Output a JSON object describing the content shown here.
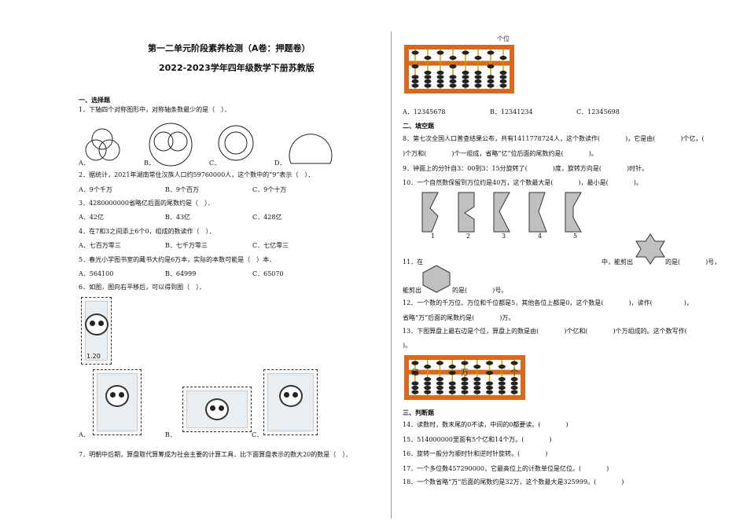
{
  "title": "第一二单元阶段素养检测（A卷：押题卷）",
  "subtitle": "2022-2023学年四年级数学下册苏教版",
  "sections": {
    "s1": "一、选择题",
    "s2": "二、填空题",
    "s3": "三、判断题"
  },
  "q1": {
    "text": "1．下轴四个对称图形中，对称轴条数最少的是（　）．",
    "opts": [
      "A．",
      "B．",
      "C．",
      "D．"
    ]
  },
  "q2": {
    "text": "2．据统计，2021年湖南常住汉族人口约59760000人，这个数中的“9”表示（　）．",
    "opts": [
      "A．9个千万",
      "B．9个百万",
      "C．9个十万"
    ]
  },
  "q3": {
    "text": "3．4280000000省略亿后面的尾数约是（　）．",
    "opts": [
      "A．42亿",
      "B．43亿",
      "C．428亿"
    ]
  },
  "q4": {
    "text": "4．在7和3之间添上6个0，组成的数读作（　）．",
    "opts": [
      "A．七百万零三",
      "B．七千万零三",
      "C．七亿零三"
    ]
  },
  "q5": {
    "text": "5．春光小学图书室的藏书大约是6万本，实际的本数可能是（　）本．",
    "opts": [
      "A．564100",
      "B．64999",
      "C．65070"
    ]
  },
  "q6": {
    "text": "6．如图，图向右平移后，可以得到图（　）．",
    "opts": [
      "A．",
      "B．",
      "C．"
    ],
    "stamp_price": "1.20"
  },
  "q7": {
    "text": "7．明朝中后期，算盘取代算筹成为社会主要的计算工具．比下面算盘表示的数大20的数是（　）．",
    "abacus_label": "个位",
    "opts": [
      "A．12345678",
      "B．12341234",
      "C．12345698"
    ]
  },
  "q8": {
    "line1": "8．第七次全国人口普查结果公布，共有1411778724人，这个数读作(　　　　)，它是由(　　　　)个亿，(",
    "line2": ")个万和(　　　　)个一组成，省略“亿”位后面的尾数约是(　　　　)。"
  },
  "q9": {
    "text": "9．钟面上的分针自3：00到3：15分旋转了(　　　　)度，旋转方向是(　　　　)时针。"
  },
  "q10": {
    "text": "10．一个自然数保留到万位约是40万，这个数最大是(　　　　)，最小是(　　　　)。"
  },
  "q11": {
    "prefix": "11．在",
    "labels": [
      "1",
      "2",
      "3",
      "4",
      "5"
    ],
    "mid": "中，能剪出",
    "end": "的是(　　　　)号，",
    "line2a": "能剪出",
    "line2b": "的是(　　　　)号。"
  },
  "q12": {
    "line1": "12．一个数的千万位、万位和千位都是5，其他各位上都是0，这个数是(　　　　)，读作(　　　　　)，",
    "line2": "省略“万”后面的尾数约是(　　　　)万。"
  },
  "q13": {
    "line1": "13．下图算盘上最右边是个位，算盘上的数是由(　　　　)个亿和(　　　　)个万组成的。这个数写作(",
    "line2": ")。",
    "abacus_labels": [
      "亿",
      "万",
      "个"
    ]
  },
  "q14": "14．读数时，数末尾的0不读，中间的0都要读。(　　　　)",
  "q15": "15．514000000里面有5个亿和14个万。(　　　　)",
  "q16": "16．旋转一般分为顺时针和逆时针旋转。(　　　　)",
  "q17": "17．一个多位数457290000，它最高位上的计数单位是亿位。(　　　　)",
  "q18": "18．一个数省略“万”后面的尾数约是32万，这个数最大是325999。(　　　　)",
  "colors": {
    "abacus_frame": "#d9691f",
    "abacus_inner": "#fff",
    "bead": "#222",
    "rod": "#c8a400",
    "shape_fill": "#c0c0c0"
  }
}
